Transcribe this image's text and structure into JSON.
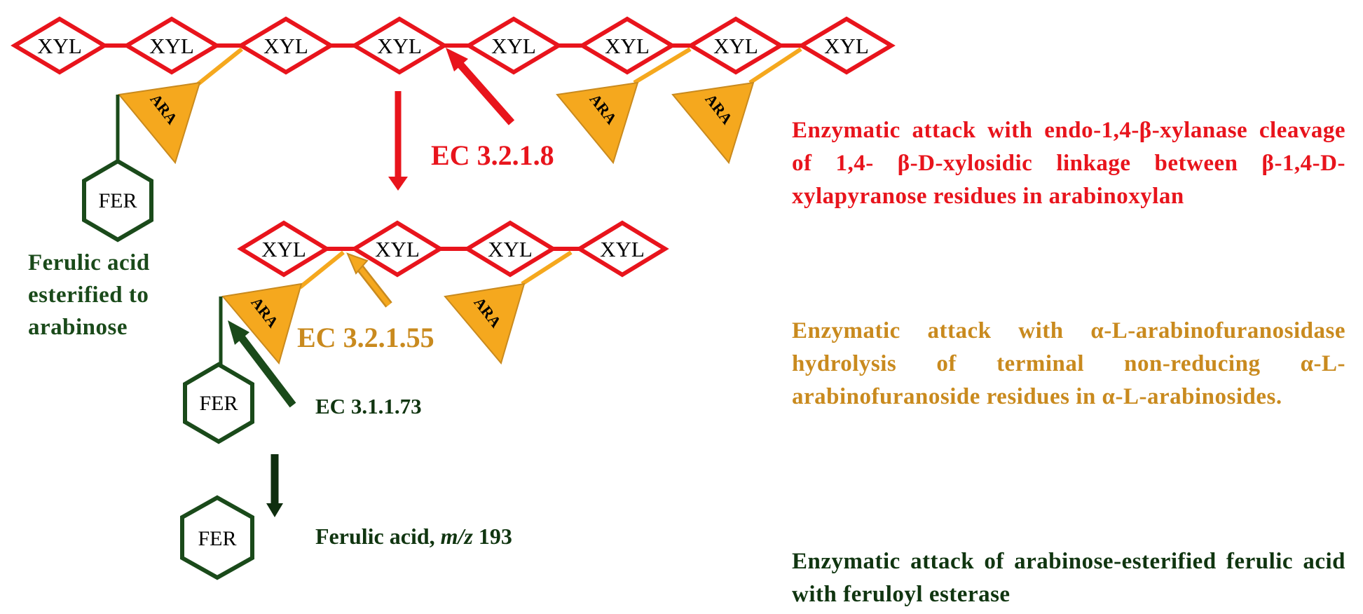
{
  "colors": {
    "red": "#e8141c",
    "orange": "#f5a81e",
    "orange_text": "#c98a1e",
    "dark_green": "#1a4a1a",
    "black": "#000000"
  },
  "units": {
    "xyl": "XYL",
    "ara": "ARA",
    "fer": "FER"
  },
  "enzymes": {
    "xylanase": "EC 3.2.1.8",
    "arabinofuranosidase": "EC 3.2.1.55",
    "esterase": "EC 3.1.1.73"
  },
  "labels": {
    "ferulic_esterified": [
      "Ferulic acid",
      "esterified to",
      "arabinose"
    ],
    "product_prefix": "Ferulic acid, ",
    "product_mz": "m/z",
    "product_value": " 193"
  },
  "descriptions": {
    "xylanase": "Enzymatic attack with endo-1,4-β-xylanase cleavage of 1,4- β-D-xylosidic linkage between β-1,4-D-xylapyranose residues in arabinoxylan",
    "arabinofuranosidase": "Enzymatic attack with α-L-arabinofuranosidase hydrolysis of terminal non-reducing α-L- arabinofuranoside residues in α-L-arabinosides.",
    "esterase": "Enzymatic attack of arabinose-esterified ferulic acid with feruloyl esterase"
  }
}
